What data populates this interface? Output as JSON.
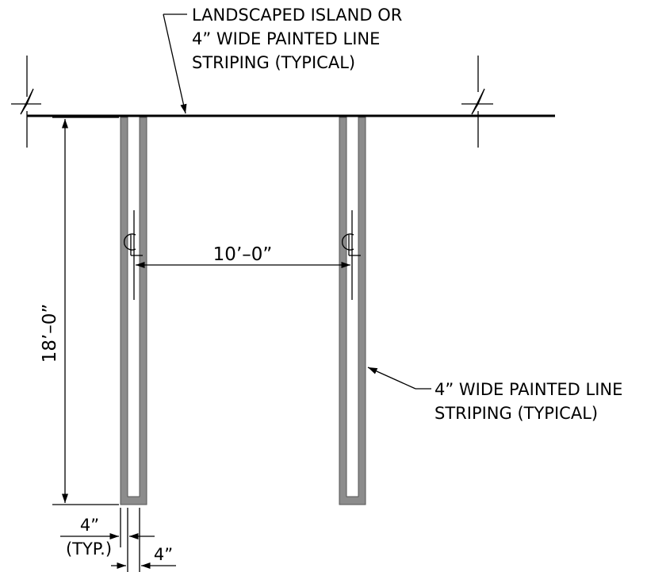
{
  "title": "",
  "callouts": {
    "top": [
      "LANDSCAPED ISLAND OR",
      "4” WIDE PAINTED LINE",
      "STRIPING (TYPICAL)"
    ],
    "right": [
      "4” WIDE PAINTED LINE",
      "STRIPING (TYPICAL)"
    ]
  },
  "dimensions": {
    "spacing": "10’–0”",
    "depth": "18’–0”",
    "stripe_width_top": "4”",
    "stripe_width_typ": "(TYP.)",
    "stripe_width_bottom": "4”"
  },
  "centerline_symbol": "centerline-symbol",
  "colors": {
    "ink": "#000000",
    "stripe": "#8c8c8c",
    "background": "#ffffff"
  }
}
